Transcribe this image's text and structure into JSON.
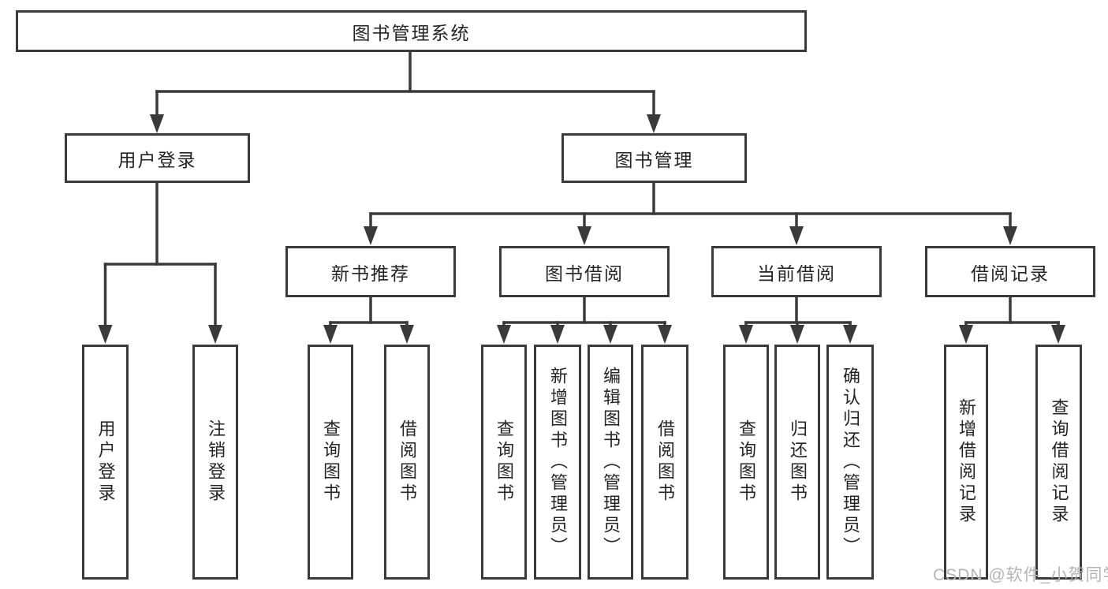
{
  "diagram": {
    "title": "图书管理系统",
    "level2": [
      {
        "label": "用户登录"
      },
      {
        "label": "图书管理"
      }
    ],
    "level3": [
      {
        "label": "新书推荐"
      },
      {
        "label": "图书借阅"
      },
      {
        "label": "当前借阅"
      },
      {
        "label": "借阅记录"
      }
    ],
    "leaves": {
      "user_login": [
        "用户登录",
        "注销登录"
      ],
      "new_book": [
        "查询图书",
        "借阅图书"
      ],
      "book_borrow": [
        "查询图书",
        "新增图书（管理员）",
        "编辑图书（管理员）",
        "借阅图书"
      ],
      "current_borrow": [
        "查询图书",
        "归还图书",
        "确认归还（管理员）"
      ],
      "borrow_record": [
        "新增借阅记录",
        "查询借阅记录"
      ]
    }
  },
  "watermark": {
    "text": "CSDN @软件_小贺同学"
  },
  "colors": {
    "line": "#3a3a3a",
    "box_fill": "#ffffff",
    "text": "#242424",
    "watermark": "#b4b4b4",
    "background": "#ffffff"
  }
}
